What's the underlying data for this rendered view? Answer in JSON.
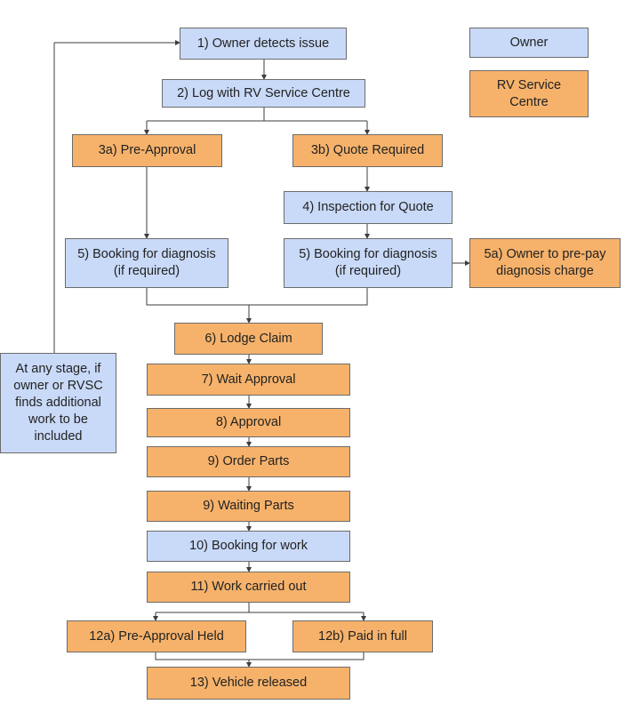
{
  "colors": {
    "owner": "#c9daf8",
    "rv_service_centre": "#f6b26b",
    "connector": "#3d3d3d",
    "border": "#6b6b6b"
  },
  "legend": {
    "owner": "Owner",
    "rv_service_centre": "RV Service\nCentre"
  },
  "steps": {
    "s1": "1) Owner detects issue",
    "s2": "2) Log with RV Service Centre",
    "s3a": "3a) Pre-Approval",
    "s3b": "3b) Quote Required",
    "s4": "4) Inspection for Quote",
    "s5_left": "5) Booking for diagnosis\n(if required)",
    "s5_right": "5) Booking for diagnosis\n(if required)",
    "s5a": "5a) Owner to pre-pay\ndiagnosis charge",
    "s6": "6) Lodge Claim",
    "s7": "7) Wait Approval",
    "s8": "8) Approval",
    "s9_order": "9) Order Parts",
    "s9_wait": "9) Waiting Parts",
    "s10": "10) Booking for work",
    "s11": "11) Work carried out",
    "s12a": "12a) Pre-Approval Held",
    "s12b": "12b) Paid in full",
    "s13": "13) Vehicle released"
  },
  "note": "At any stage, if\nowner or RVSC\nfinds additional\nwork to be\nincluded"
}
